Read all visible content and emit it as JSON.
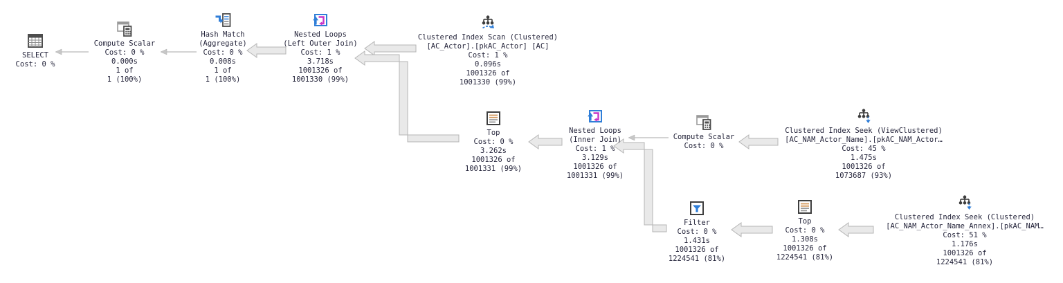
{
  "app": {
    "title": "Query execution plan",
    "colors": {
      "accent_blue": "#2F7ED8",
      "loop_magenta": "#C837C8",
      "icon_dark": "#3D3D3D",
      "top_tan": "#D49A5E",
      "arrow_fill": "#E9E9E9",
      "arrow_border": "#B5B5B5",
      "text": "#26263C"
    }
  },
  "nodes": [
    {
      "id": "select",
      "icon": "result-grid-icon",
      "lines": [
        "SELECT",
        "Cost: 0 %"
      ]
    },
    {
      "id": "compute-scalar-1",
      "icon": "compute-scalar-icon",
      "lines": [
        "Compute Scalar",
        "Cost: 0 %",
        "0.000s",
        "1 of",
        "1 (100%)"
      ]
    },
    {
      "id": "hash-match-aggregate",
      "icon": "hash-match-icon",
      "lines": [
        "Hash Match",
        "(Aggregate)",
        "Cost: 0 %",
        "0.008s",
        "1 of",
        "1 (100%)"
      ]
    },
    {
      "id": "nested-loops-left-outer-join",
      "icon": "nested-loops-icon",
      "lines": [
        "Nested Loops",
        "(Left Outer Join)",
        "Cost: 1 %",
        "3.718s",
        "1001326 of",
        "1001330 (99%)"
      ]
    },
    {
      "id": "clustered-index-scan",
      "icon": "index-scan-icon",
      "lines": [
        "Clustered Index Scan (Clustered)",
        "[AC_Actor].[pkAC_Actor] [AC]",
        "Cost: 1 %",
        "0.096s",
        "1001326 of",
        "1001330 (99%)"
      ]
    },
    {
      "id": "top-1",
      "icon": "top-icon",
      "lines": [
        "Top",
        "Cost: 0 %",
        "3.262s",
        "1001326 of",
        "1001331 (99%)"
      ]
    },
    {
      "id": "nested-loops-inner-join",
      "icon": "nested-loops-icon",
      "lines": [
        "Nested Loops",
        "(Inner Join)",
        "Cost: 1 %",
        "3.129s",
        "1001326 of",
        "1001331 (99%)"
      ]
    },
    {
      "id": "compute-scalar-2",
      "icon": "compute-scalar-icon",
      "lines": [
        "Compute Scalar",
        "Cost: 0 %"
      ]
    },
    {
      "id": "clustered-index-seek-viewclustered",
      "icon": "index-seek-icon",
      "lines": [
        "Clustered Index Seek (ViewClustered)",
        "[AC_NAM_Actor_Name].[pkAC_NAM_Actor…",
        "Cost: 45 %",
        "1.475s",
        "1001326 of",
        "1073687 (93%)"
      ]
    },
    {
      "id": "filter",
      "icon": "filter-icon",
      "lines": [
        "Filter",
        "Cost: 0 %",
        "1.431s",
        "1001326 of",
        "1224541 (81%)"
      ]
    },
    {
      "id": "top-2",
      "icon": "top-icon",
      "lines": [
        "Top",
        "Cost: 0 %",
        "1.308s",
        "1001326 of",
        "1224541 (81%)"
      ]
    },
    {
      "id": "clustered-index-seek-annex",
      "icon": "index-seek-icon",
      "lines": [
        "Clustered Index Seek (Clustered)",
        "[AC_NAM_Actor_Name_Annex].[pkAC_NAM…",
        "Cost: 51 %",
        "1.176s",
        "1001326 of",
        "1224541 (81%)"
      ]
    }
  ],
  "edges": [
    {
      "from": "compute-scalar-1",
      "to": "select",
      "thickness": "thin"
    },
    {
      "from": "hash-match-aggregate",
      "to": "compute-scalar-1",
      "thickness": "thin"
    },
    {
      "from": "nested-loops-left-outer-join",
      "to": "hash-match-aggregate",
      "thickness": "thick"
    },
    {
      "from": "clustered-index-scan",
      "to": "nested-loops-left-outer-join",
      "thickness": "thick"
    },
    {
      "from": "top-1",
      "to": "nested-loops-left-outer-join",
      "thickness": "thick-elbow"
    },
    {
      "from": "nested-loops-inner-join",
      "to": "top-1",
      "thickness": "thick"
    },
    {
      "from": "compute-scalar-2",
      "to": "nested-loops-inner-join",
      "thickness": "thin"
    },
    {
      "from": "clustered-index-seek-viewclustered",
      "to": "compute-scalar-2",
      "thickness": "thick"
    },
    {
      "from": "filter",
      "to": "nested-loops-inner-join",
      "thickness": "thick-elbow"
    },
    {
      "from": "top-2",
      "to": "filter",
      "thickness": "thick"
    },
    {
      "from": "clustered-index-seek-annex",
      "to": "top-2",
      "thickness": "thick"
    }
  ]
}
